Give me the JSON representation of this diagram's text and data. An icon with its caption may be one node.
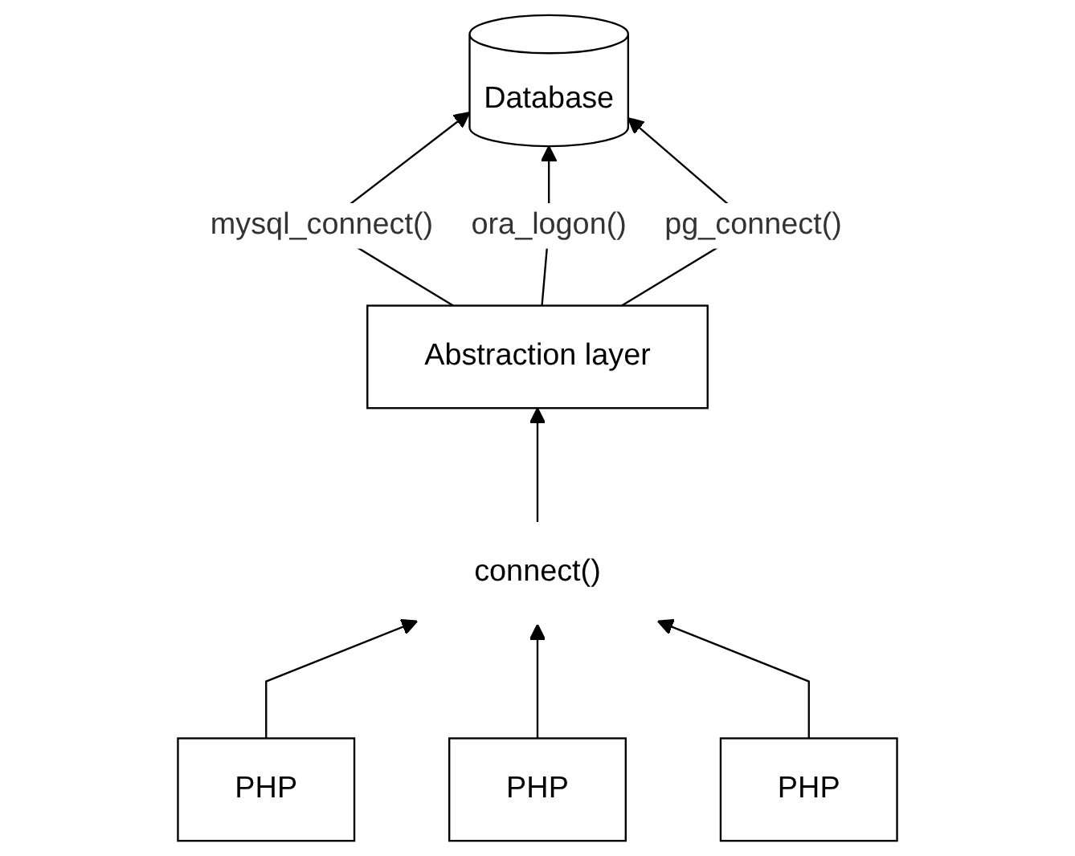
{
  "diagram": {
    "nodes": [
      {
        "text": [
          "Database"
        ]
      },
      {
        "text": [
          "Abstraction layer"
        ]
      },
      {
        "text": [
          "connect()"
        ]
      },
      {
        "text": [
          "PHP"
        ]
      },
      {
        "text": [
          "PHP"
        ]
      },
      {
        "text": [
          "PHP"
        ]
      }
    ],
    "edges": [
      {
        "from": 1,
        "to": 0,
        "arrow": "to",
        "label": "mysql_connect()"
      },
      {
        "from": 1,
        "to": 0,
        "arrow": "to",
        "label": "ora_logon()"
      },
      {
        "from": 1,
        "to": 0,
        "arrow": "to",
        "label": "pg_connect()"
      },
      {
        "from": 2,
        "to": 1,
        "arrow": "to"
      },
      {
        "from": 3,
        "to": 2,
        "arrow": "to"
      },
      {
        "from": 4,
        "to": 2,
        "arrow": "to"
      },
      {
        "from": 5,
        "to": 2,
        "arrow": "to"
      }
    ]
  }
}
